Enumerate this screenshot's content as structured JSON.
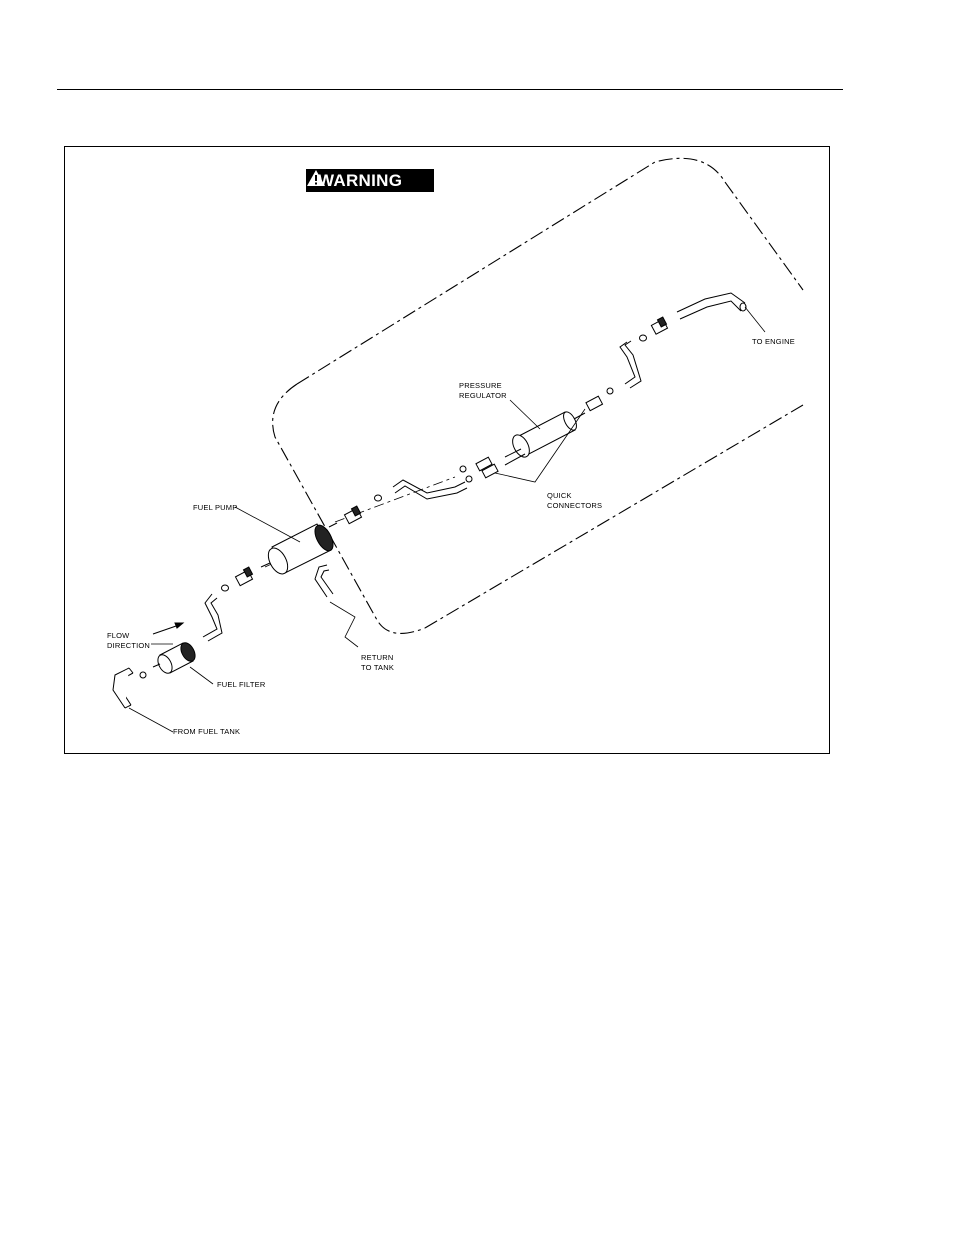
{
  "warning": {
    "text": "WARNING",
    "icon": "warning-triangle-icon"
  },
  "labels": {
    "to_engine": "TO ENGINE",
    "pressure_regulator": [
      "PRESSURE",
      "REGULATOR"
    ],
    "quick_connectors": [
      "QUICK",
      "CONNECTORS"
    ],
    "fuel_pump": "FUEL PUMP",
    "flow_direction": [
      "FLOW",
      "DIRECTION"
    ],
    "fuel_filter": "FUEL FILTER",
    "return_to_tank": [
      "RETURN",
      "TO TANK"
    ],
    "from_fuel_tank": "FROM FUEL TANK"
  }
}
